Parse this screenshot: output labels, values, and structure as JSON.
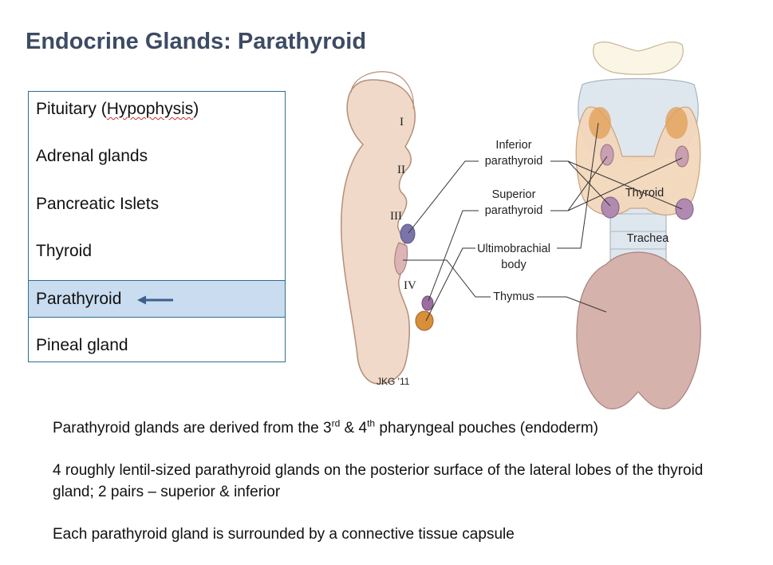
{
  "slide": {
    "title": "Endocrine Glands: Parathyroid"
  },
  "gland_list": {
    "items": [
      {
        "label_pre": "Pituitary (",
        "label_squiggle": "Hypophysis",
        "label_post": ")"
      },
      {
        "label": "Adrenal glands"
      },
      {
        "label": "Pancreatic Islets"
      },
      {
        "label": "Thyroid"
      },
      {
        "label": "Parathyroid",
        "highlighted": true
      },
      {
        "label": "Pineal gland"
      }
    ],
    "highlight_color": "#c9dcf0",
    "border_color": "#2e6f8e",
    "arrow_icon": "left-arrow-icon"
  },
  "diagram": {
    "pouch_numerals": [
      "I",
      "II",
      "III",
      "IV"
    ],
    "labels": {
      "inferior_line1": "Inferior",
      "inferior_line2": "parathyroid",
      "superior_line1": "Superior",
      "superior_line2": "parathyroid",
      "ultimobrachial_line1": "Ultimobrachial",
      "ultimobrachial_line2": "body",
      "thymus": "Thymus",
      "thyroid": "Thyroid",
      "trachea": "Trachea"
    },
    "signature": "JKG '11"
  },
  "body": {
    "p1_pre": "Parathyroid glands are derived from the 3",
    "p1_sup1": "rd",
    "p1_mid": " & 4",
    "p1_sup2": "th",
    "p1_post": " pharyngeal pouches (endoderm)",
    "p2": "4 roughly lentil-sized parathyroid glands on the posterior surface of the lateral lobes of the thyroid gland; 2 pairs – superior & inferior",
    "p3": "Each parathyroid gland is surrounded by a connective tissue capsule"
  }
}
